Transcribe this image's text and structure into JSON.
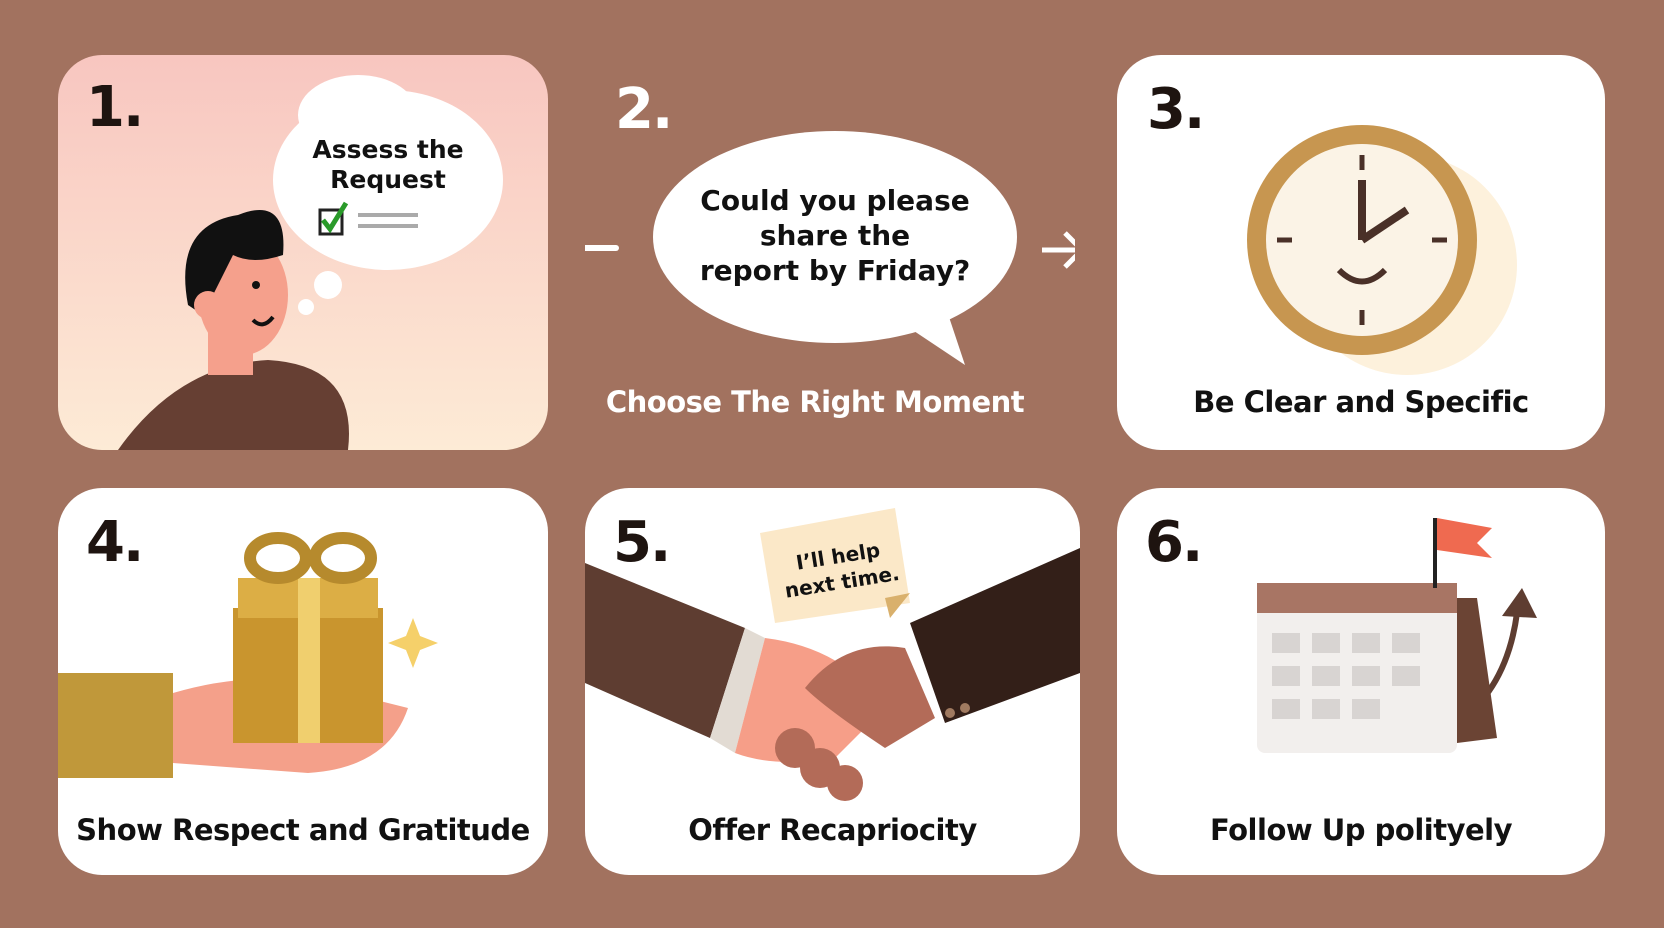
{
  "steps": [
    {
      "number": "1.",
      "bubble": "Assess the Request",
      "bubble_line1": "Assess the",
      "bubble_line2": "Request",
      "icon": "thinking-person"
    },
    {
      "number": "2.",
      "bubble_line1": "Could you please",
      "bubble_line2": "share the",
      "bubble_line3": "report by Friday?",
      "caption": "Choose The Right Moment",
      "icon": "speech-bubble"
    },
    {
      "number": "3.",
      "caption": "Be Clear and Specific",
      "icon": "clock"
    },
    {
      "number": "4.",
      "caption": "Show Respect and Gratitude",
      "icon": "gift"
    },
    {
      "number": "5.",
      "note_line1": "I’ll help",
      "note_line2": "next time.",
      "caption": "Offer Recapriocity",
      "icon": "handshake"
    },
    {
      "number": "6.",
      "caption": "Follow Up polityely",
      "icon": "calendar-flag"
    }
  ],
  "colors": {
    "background": "#a2725f",
    "card": "#ffffff",
    "brown": "#6b4434",
    "gold": "#d9a94a"
  }
}
